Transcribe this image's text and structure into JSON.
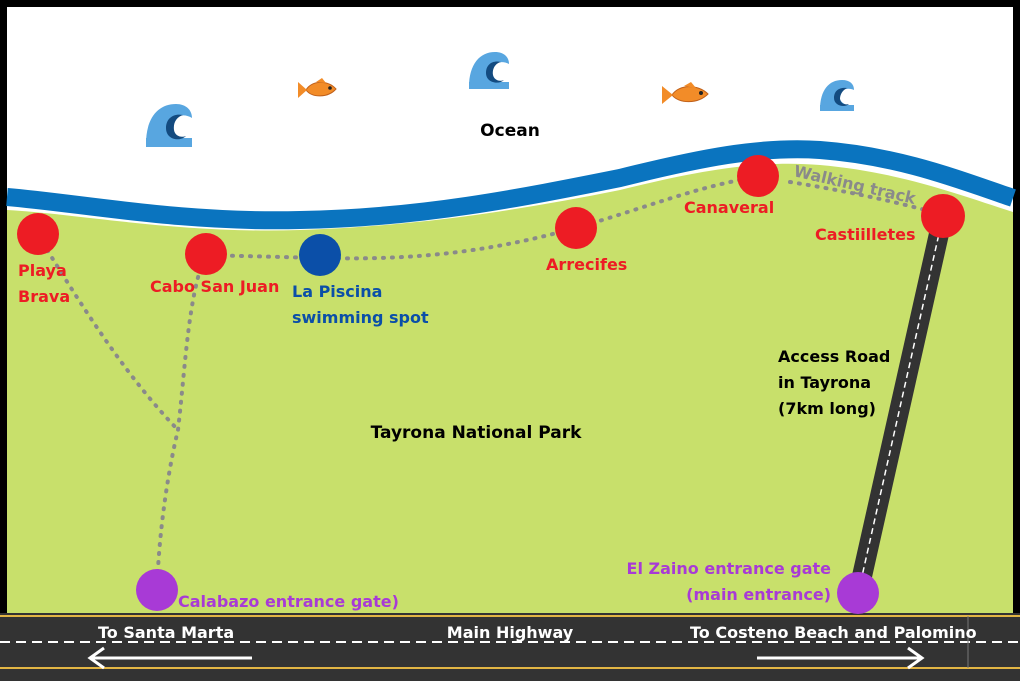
{
  "labels": {
    "ocean": "Ocean",
    "park": "Tayrona National Park",
    "walking_track": "Walking track",
    "access_road": [
      "Access Road",
      "in Tayrona",
      "(7km long)"
    ],
    "highway_main": "Main Highway",
    "highway_west": "To Santa Marta",
    "highway_east": "To Costeno Beach and Palomino"
  },
  "places": [
    {
      "id": "playa-brava",
      "lines": [
        "Playa",
        "Brava"
      ],
      "type": "beach"
    },
    {
      "id": "cabo-san-juan",
      "lines": [
        "Cabo San Juan"
      ],
      "type": "beach"
    },
    {
      "id": "la-piscina",
      "lines": [
        "La Piscina",
        "swimming spot"
      ],
      "type": "swimming"
    },
    {
      "id": "arrecifes",
      "lines": [
        "Arrecifes"
      ],
      "type": "beach"
    },
    {
      "id": "canaveral",
      "lines": [
        "Canaveral"
      ],
      "type": "beach"
    },
    {
      "id": "castiilletes",
      "lines": [
        "Castiilletes"
      ],
      "type": "beach"
    },
    {
      "id": "calabazo-gate",
      "lines": [
        "Calabazo entrance gate)"
      ],
      "type": "gate"
    },
    {
      "id": "el-zaino-gate",
      "lines": [
        "El Zaino entrance gate",
        "(main entrance)"
      ],
      "type": "gate"
    }
  ],
  "colors": {
    "sea": "#ffffff",
    "water": "#0a74bf",
    "land": "#c8e06b",
    "road": "#333333",
    "beach": "#ed1c24",
    "swimming": "#0b4fa8",
    "gate": "#a83ad6",
    "track": "#8a8a8a",
    "frame": "#000000"
  },
  "icons": [
    "wave-icon",
    "fish-icon",
    "wave-icon",
    "fish-icon",
    "wave-icon"
  ]
}
